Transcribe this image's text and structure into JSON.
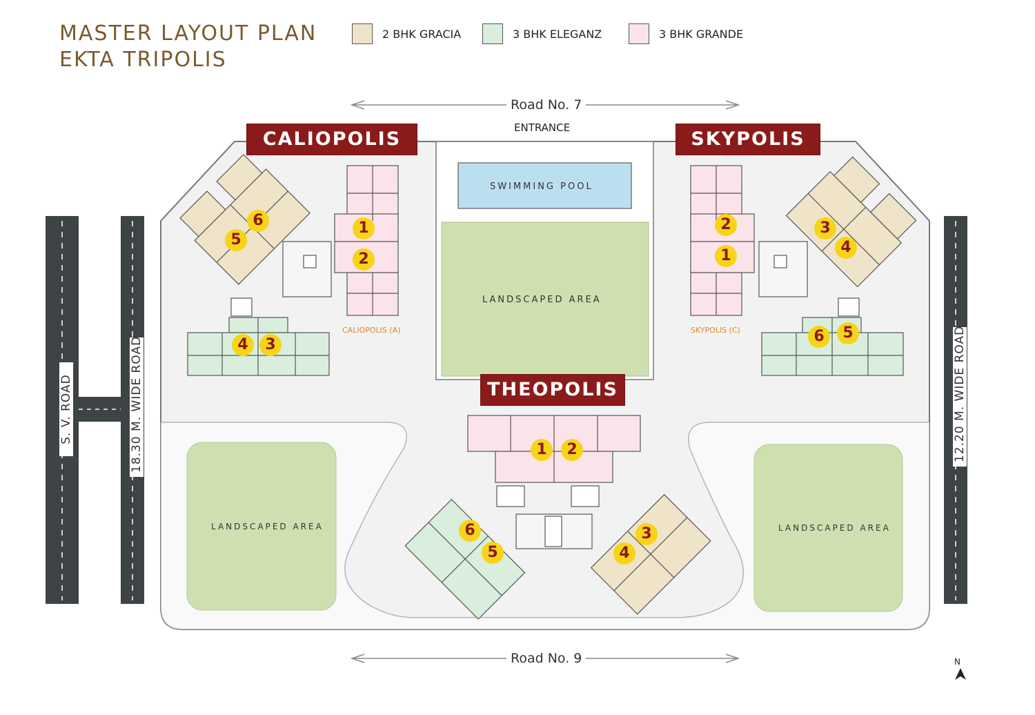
{
  "title": {
    "line1": "MASTER LAYOUT PLAN",
    "line2": "EKTA TRIPOLIS"
  },
  "legend": [
    {
      "label": "2 BHK GRACIA",
      "color": "#efe3c8"
    },
    {
      "label": "3 BHK ELEGANZ",
      "color": "#d9eedd"
    },
    {
      "label": "3 BHK GRANDE",
      "color": "#fbe3ea"
    }
  ],
  "roads": {
    "top": "Road No. 7",
    "bottom": "Road No. 9",
    "left_outer": "S. V. ROAD",
    "left_inner": "18.30 M. WIDE ROAD",
    "right": "12.20 M. WIDE ROAD"
  },
  "entrance": "ENTRANCE",
  "towers": {
    "caliopolis": {
      "name": "CALIOPOLIS",
      "wing": "CALIOPOLIS (A)",
      "units": [
        "1",
        "2",
        "3",
        "4",
        "5",
        "6"
      ]
    },
    "skypolis": {
      "name": "SKYPOLIS",
      "wing": "SKYPOLIS (C)",
      "units": [
        "1",
        "2",
        "3",
        "4",
        "5",
        "6"
      ]
    },
    "theopolis": {
      "name": "THEOPOLIS",
      "units": [
        "1",
        "2",
        "3",
        "4",
        "5",
        "6"
      ]
    }
  },
  "areas": {
    "pool": "SWIMMING POOL",
    "landscape_center": "LANDSCAPED AREA",
    "landscape_left": "LANDSCAPED AREA",
    "landscape_right": "LANDSCAPED AREA"
  },
  "north": "N",
  "colors": {
    "banner": "#8b1a1a",
    "badge": "#f7d417",
    "road": "#3e4346",
    "landscape": "#cfe0b0",
    "pool": "#bcdff0",
    "site": "#f2f2f2"
  }
}
